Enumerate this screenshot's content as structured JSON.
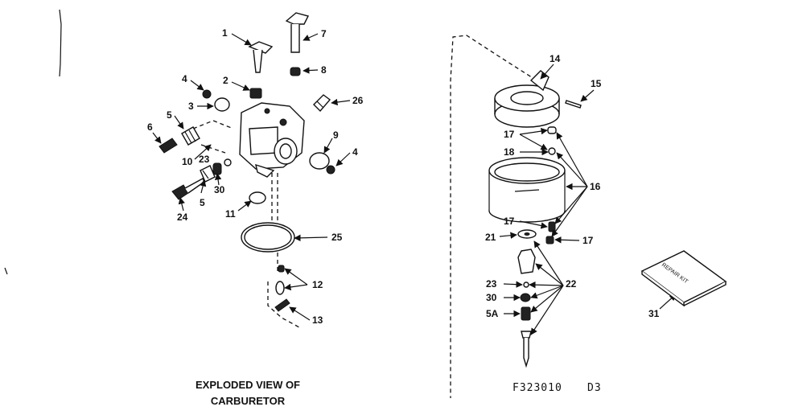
{
  "caption": {
    "line1": "EXPLODED VIEW OF",
    "line2": "CARBURETOR"
  },
  "drawing_code": {
    "number": "F323010",
    "suffix": "D3"
  },
  "repair_kit_label": "REPAIR KIT",
  "callouts": {
    "c1": "1",
    "c2": "2",
    "c3": "3",
    "c4a": "4",
    "c4b": "4",
    "c5a": "5",
    "c5b": "5",
    "c6": "6",
    "c7": "7",
    "c8": "8",
    "c9": "9",
    "c10": "10",
    "c11": "11",
    "c12": "12",
    "c13": "13",
    "c14": "14",
    "c15": "15",
    "c16": "16",
    "c17a": "17",
    "c17b": "17",
    "c17c": "17",
    "c18": "18",
    "c21": "21",
    "c22": "22",
    "c23a": "23",
    "c23b": "23",
    "c24": "24",
    "c25": "25",
    "c26": "26",
    "c30a": "30",
    "c30b": "30",
    "c31": "31",
    "c5A": "5A"
  }
}
